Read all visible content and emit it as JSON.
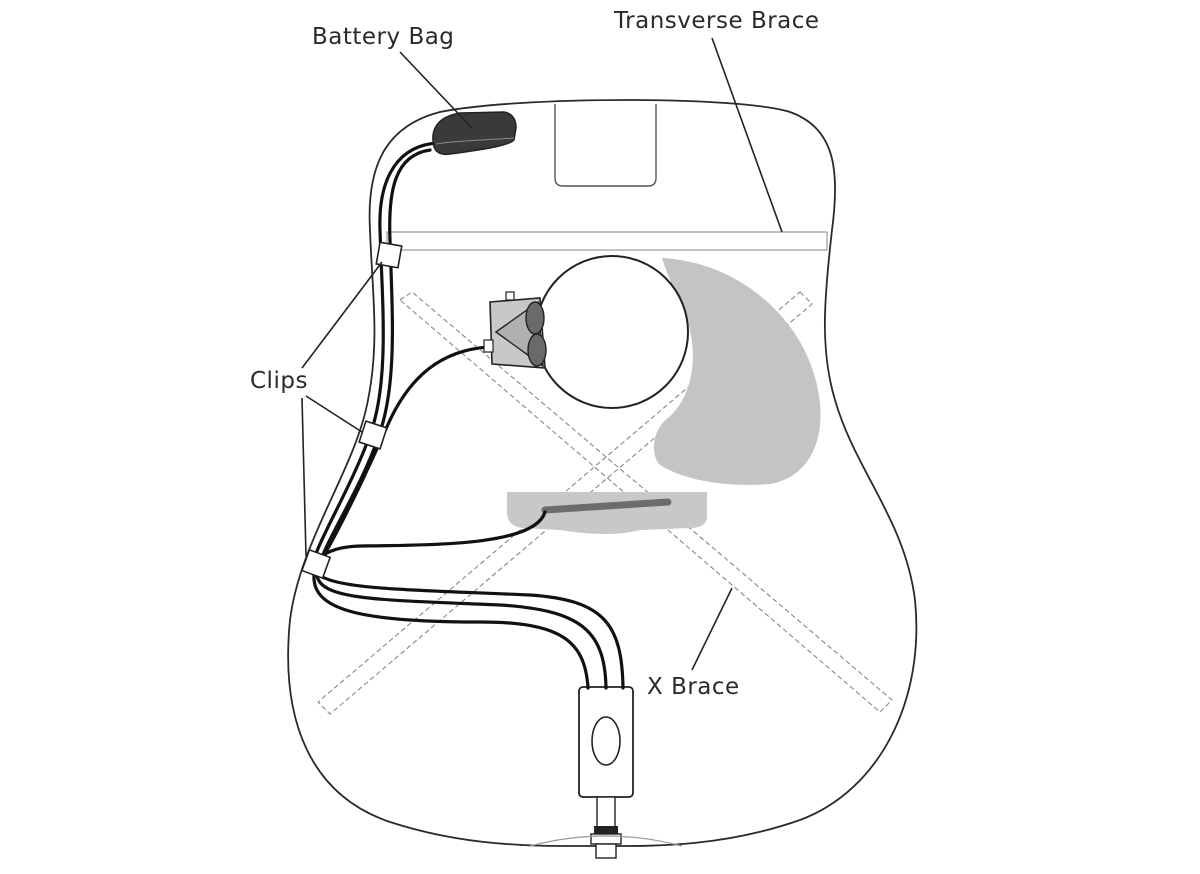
{
  "labels": {
    "battery_bag": "Battery Bag",
    "transverse_brace": "Transverse Brace",
    "clips": "Clips",
    "x_brace": "X Brace"
  },
  "colors": {
    "outline": "#2a2a2a",
    "pickguard": "#c4c4c6",
    "bridge_plate": "#c8c8ca",
    "battery_bag": "#3a3a3c",
    "cable": "#111111",
    "brace": "#888888"
  }
}
